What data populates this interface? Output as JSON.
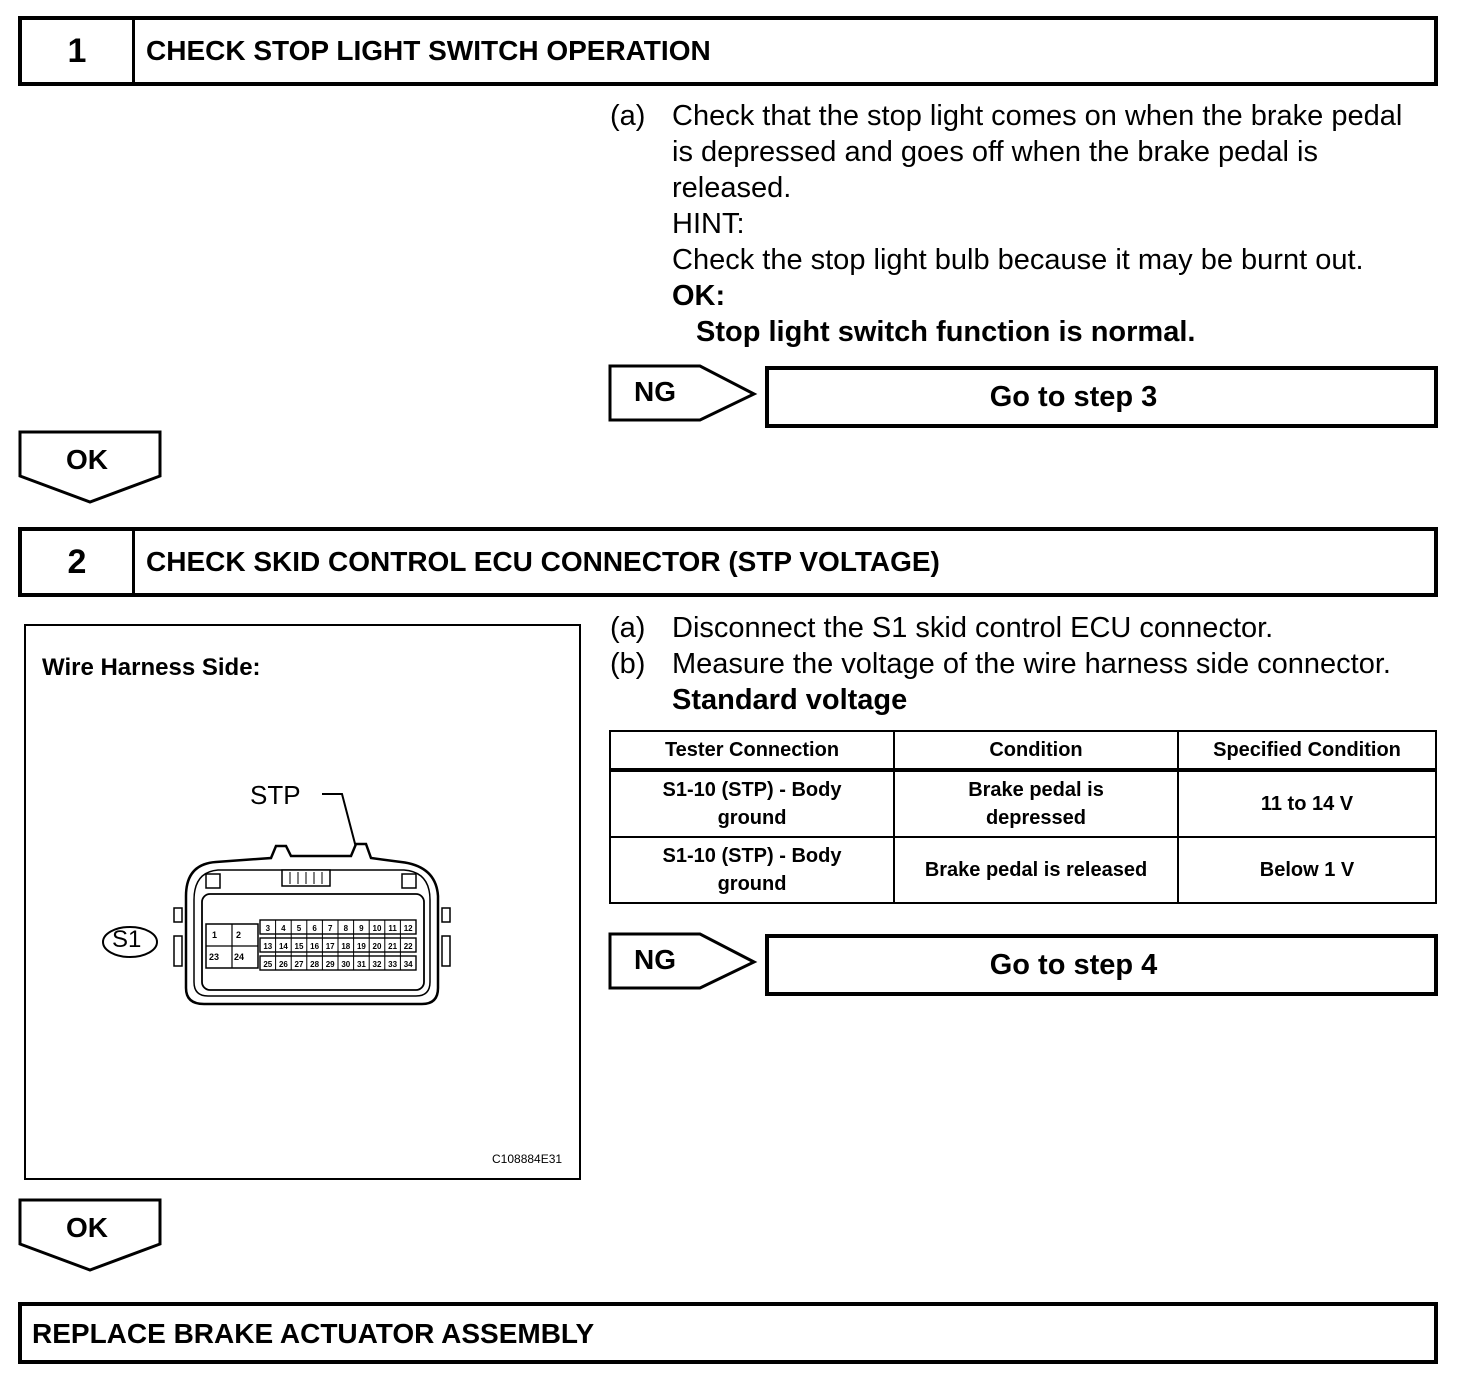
{
  "step1": {
    "number": "1",
    "title": "CHECK STOP LIGHT SWITCH OPERATION",
    "a_marker": "(a)",
    "a_lines": [
      "Check that the stop light comes on when the brake pedal",
      "is depressed and goes off when the brake pedal is",
      "released."
    ],
    "hint_label": "HINT:",
    "hint_text": "Check the stop light bulb because it may be burnt out.",
    "ok_label": "OK:",
    "ok_text": "Stop light switch function is normal.",
    "ng_label": "NG",
    "ng_target": "Go to step 3",
    "ok_arrow": "OK"
  },
  "step2": {
    "number": "2",
    "title": "CHECK SKID CONTROL ECU CONNECTOR (STP VOLTAGE)",
    "a_marker": "(a)",
    "a_text": "Disconnect the S1 skid control ECU connector.",
    "b_marker": "(b)",
    "b_text": "Measure the voltage of the wire harness side connector.",
    "standard_label": "Standard voltage",
    "table": {
      "headers": [
        "Tester Connection",
        "Condition",
        "Specified Condition"
      ],
      "rows": [
        {
          "connection": [
            "S1-10 (STP) - Body",
            "ground"
          ],
          "condition": [
            "Brake pedal is",
            "depressed"
          ],
          "specified": "11 to 14 V"
        },
        {
          "connection": [
            "S1-10 (STP) - Body",
            "ground"
          ],
          "condition": [
            "Brake pedal is released"
          ],
          "specified": "Below 1 V"
        }
      ]
    },
    "ng_label": "NG",
    "ng_target": "Go to step 4",
    "ok_arrow": "OK",
    "figure": {
      "title": "Wire Harness Side:",
      "stp_label": "STP",
      "connector_label": "S1",
      "figure_code": "C108884E31",
      "pins_left": [
        "1",
        "2",
        "23",
        "24"
      ],
      "pins_top": [
        "3",
        "4",
        "5",
        "6",
        "7",
        "8",
        "9",
        "10",
        "11",
        "12"
      ],
      "pins_mid": [
        "13",
        "14",
        "15",
        "16",
        "17",
        "18",
        "19",
        "20",
        "21",
        "22"
      ],
      "pins_bot": [
        "25",
        "26",
        "27",
        "28",
        "29",
        "30",
        "31",
        "32",
        "33",
        "34"
      ]
    }
  },
  "final": {
    "title": "REPLACE BRAKE ACTUATOR ASSEMBLY"
  }
}
